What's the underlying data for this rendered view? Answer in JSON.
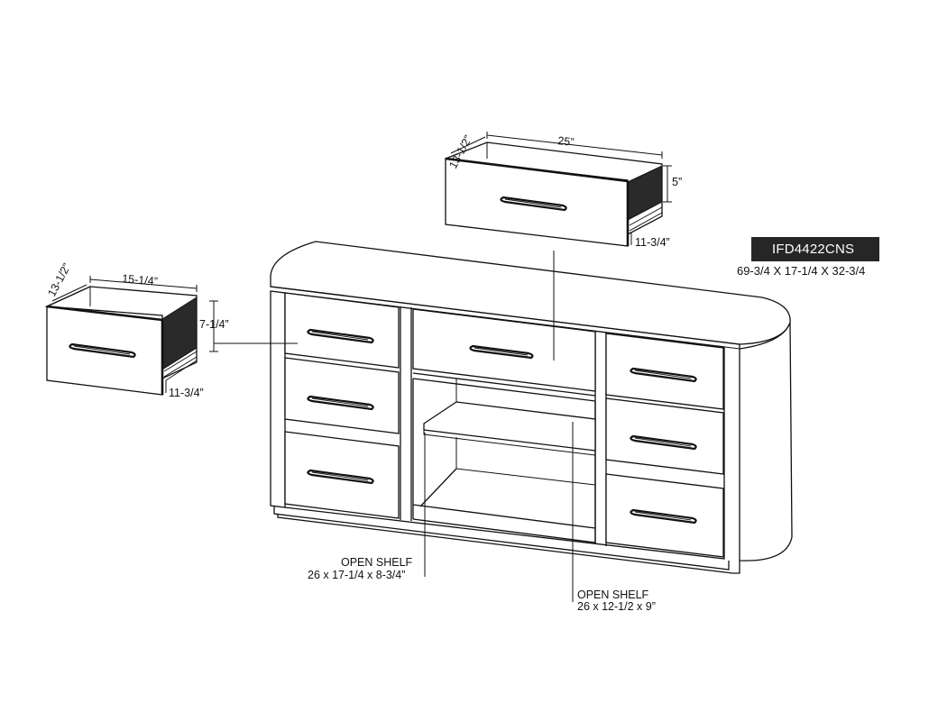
{
  "model": {
    "code": "IFD4422CNS",
    "dimensions": "69-3/4 X 17-1/4 X 32-3/4"
  },
  "callouts": {
    "open_shelf_1": {
      "title": "OPEN SHELF",
      "size": "26 x 17-1/4 x 8-3/4”"
    },
    "open_shelf_2": {
      "title": "OPEN SHELF",
      "size": "26 x 12-1/2 x 9”"
    }
  },
  "small_drawer": {
    "width": "15-1/4”",
    "depth": "13-1/2”",
    "height": "7-1/4”",
    "inset": "11-3/4”"
  },
  "center_drawer": {
    "width": "25”",
    "depth": "13-1/2”",
    "height": "5”",
    "inset": "11-3/4”"
  }
}
